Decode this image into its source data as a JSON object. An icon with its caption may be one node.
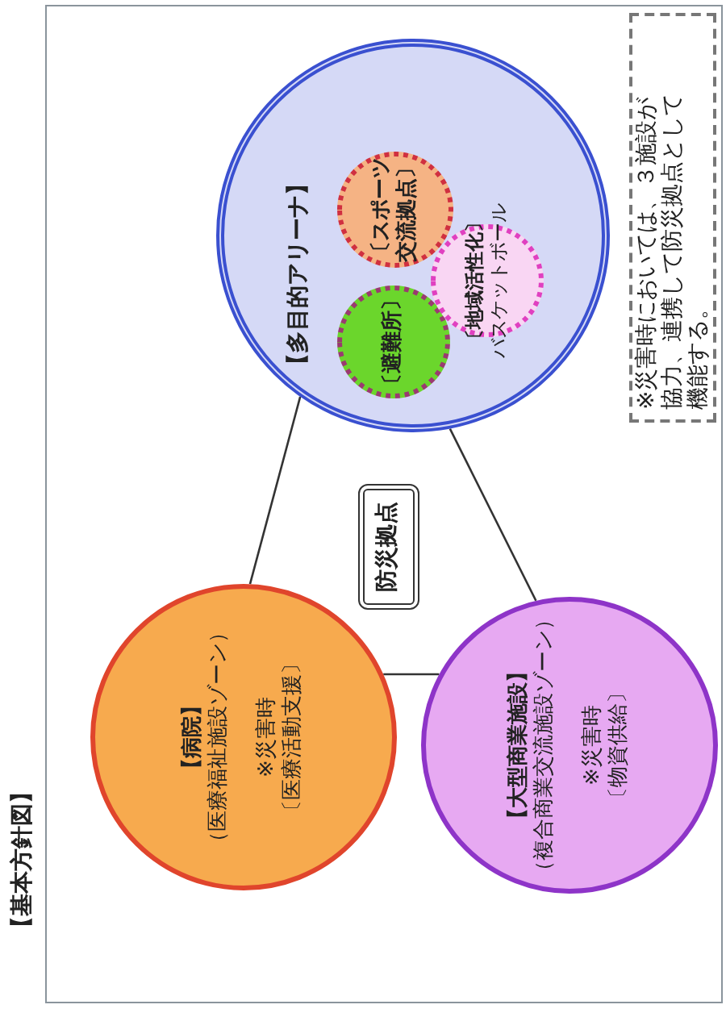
{
  "diagram": {
    "title": "【基本方針図】",
    "nodes": [
      {
        "text": [
          "【病院】",
          "（医療福祉施設ゾーン）",
          "※災害時",
          "〔医療活動支援〕"
        ]
      },
      {
        "text": [
          "【大型商業施設】",
          "（複合商業交流施設ゾーン）",
          "※災害時",
          "〔物資供給〕"
        ]
      },
      {
        "text": [
          "防災拠点"
        ]
      },
      {
        "text": [
          "【多目的アリーナ】"
        ]
      },
      {
        "text": [
          "〔避難所〕"
        ],
        "in": 3
      },
      {
        "text": [
          "〔地域活性化〕",
          "バスケットボール"
        ],
        "in": 3
      },
      {
        "text": [
          "〔スポーツ交流拠点〕"
        ],
        "in": 3
      },
      {
        "text": [
          "※災害時においては、３施設が協力、連携して防災拠点として機能する。"
        ]
      }
    ],
    "edges": [
      {
        "from": 3,
        "to": 0,
        "arrow": "none"
      },
      {
        "from": 3,
        "to": 1,
        "arrow": "none"
      },
      {
        "from": 0,
        "to": 1,
        "arrow": "none"
      }
    ]
  }
}
